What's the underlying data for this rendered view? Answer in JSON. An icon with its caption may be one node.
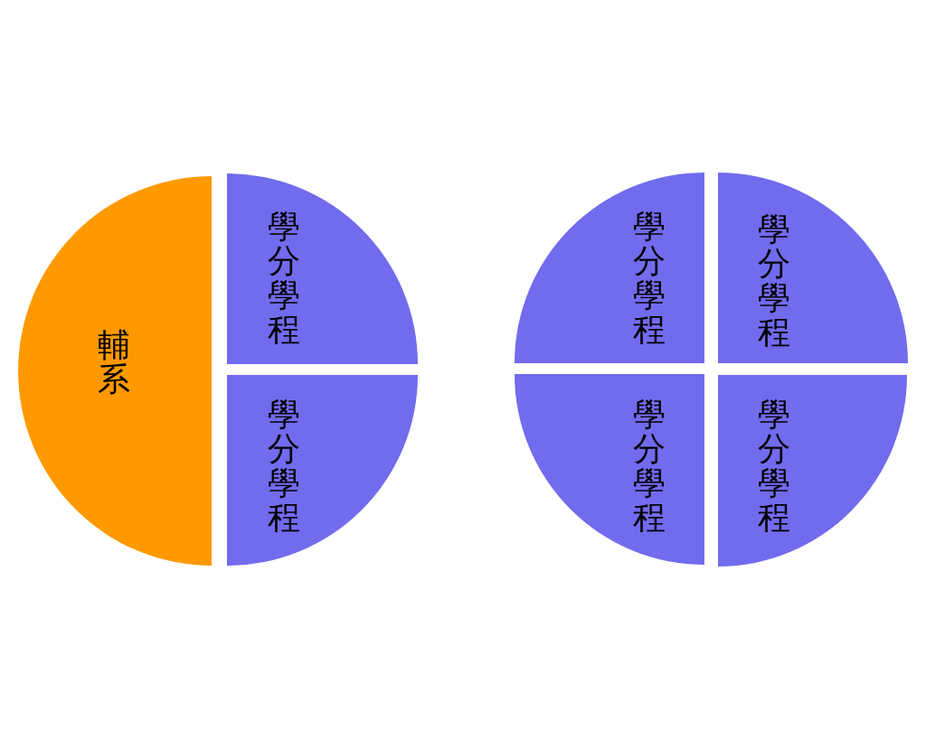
{
  "diagram": {
    "nodes": [
      {
        "text": [
          "輔系"
        ]
      },
      {
        "text": [
          "學分學程"
        ]
      },
      {
        "text": [
          "學分學程"
        ]
      },
      {
        "text": [
          "學分學程"
        ]
      },
      {
        "text": [
          "學分學程"
        ]
      },
      {
        "text": [
          "學分學程"
        ]
      },
      {
        "text": [
          "學分學程"
        ]
      }
    ]
  }
}
